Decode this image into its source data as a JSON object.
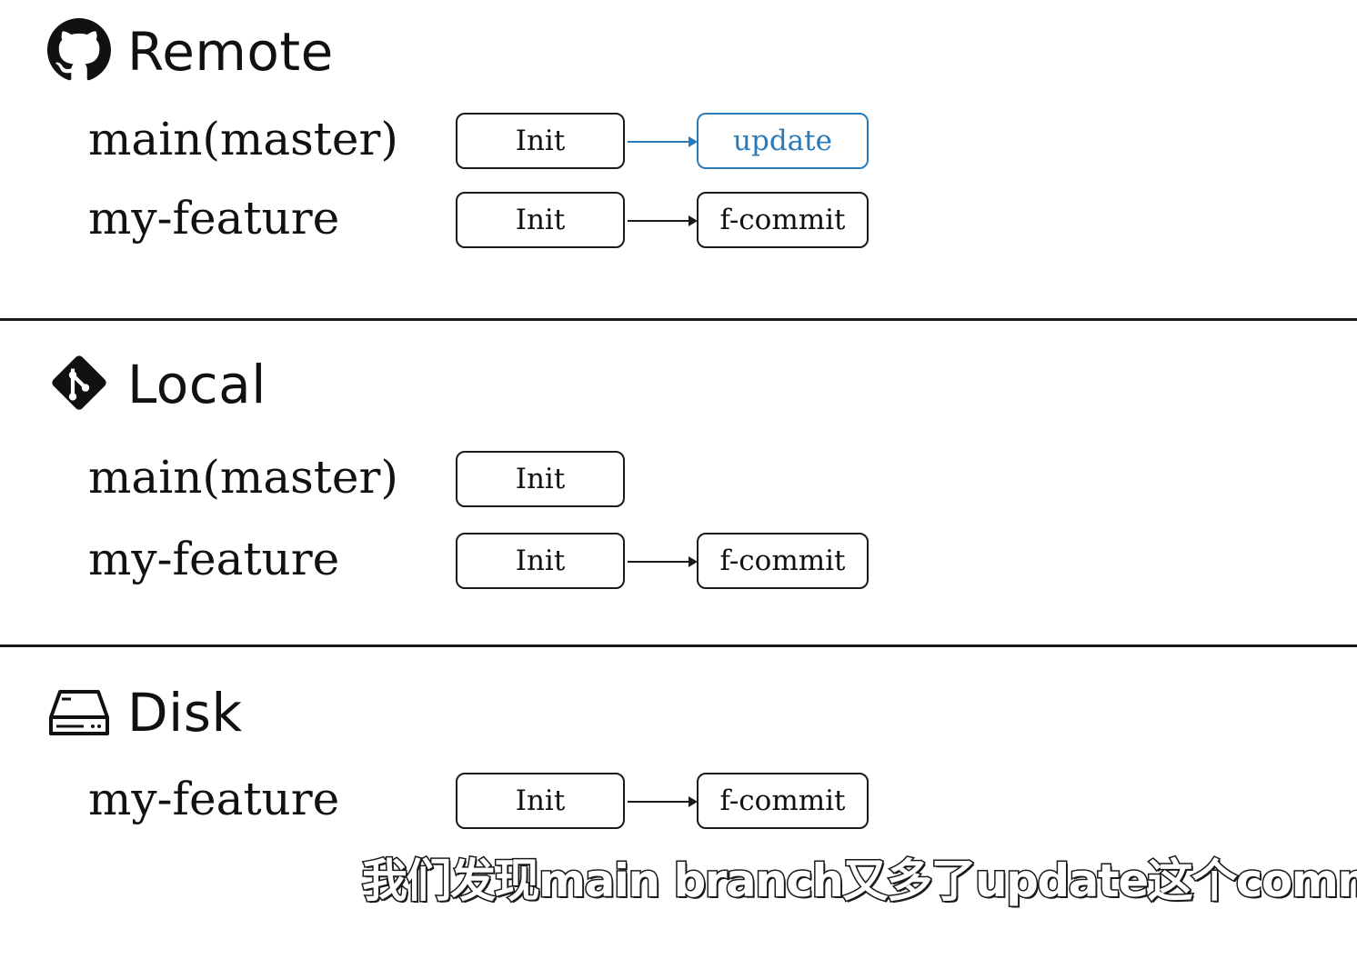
{
  "remote": {
    "title": "Remote",
    "icon": "github-icon",
    "branches": [
      {
        "label": "main(master)",
        "commits": [
          "Init",
          "update"
        ]
      },
      {
        "label": "my-feature",
        "commits": [
          "Init",
          "f-commit"
        ]
      }
    ]
  },
  "local": {
    "title": "Local",
    "icon": "git-icon",
    "branches": [
      {
        "label": "main(master)",
        "commits": [
          "Init"
        ]
      },
      {
        "label": "my-feature",
        "commits": [
          "Init",
          "f-commit"
        ]
      }
    ]
  },
  "disk": {
    "title": "Disk",
    "icon": "hard-drive-icon",
    "branches": [
      {
        "label": "my-feature",
        "commits": [
          "Init",
          "f-commit"
        ]
      }
    ]
  },
  "highlight_color": "#2a7ab8",
  "caption": "我们发现main branch又多了update这个commit"
}
